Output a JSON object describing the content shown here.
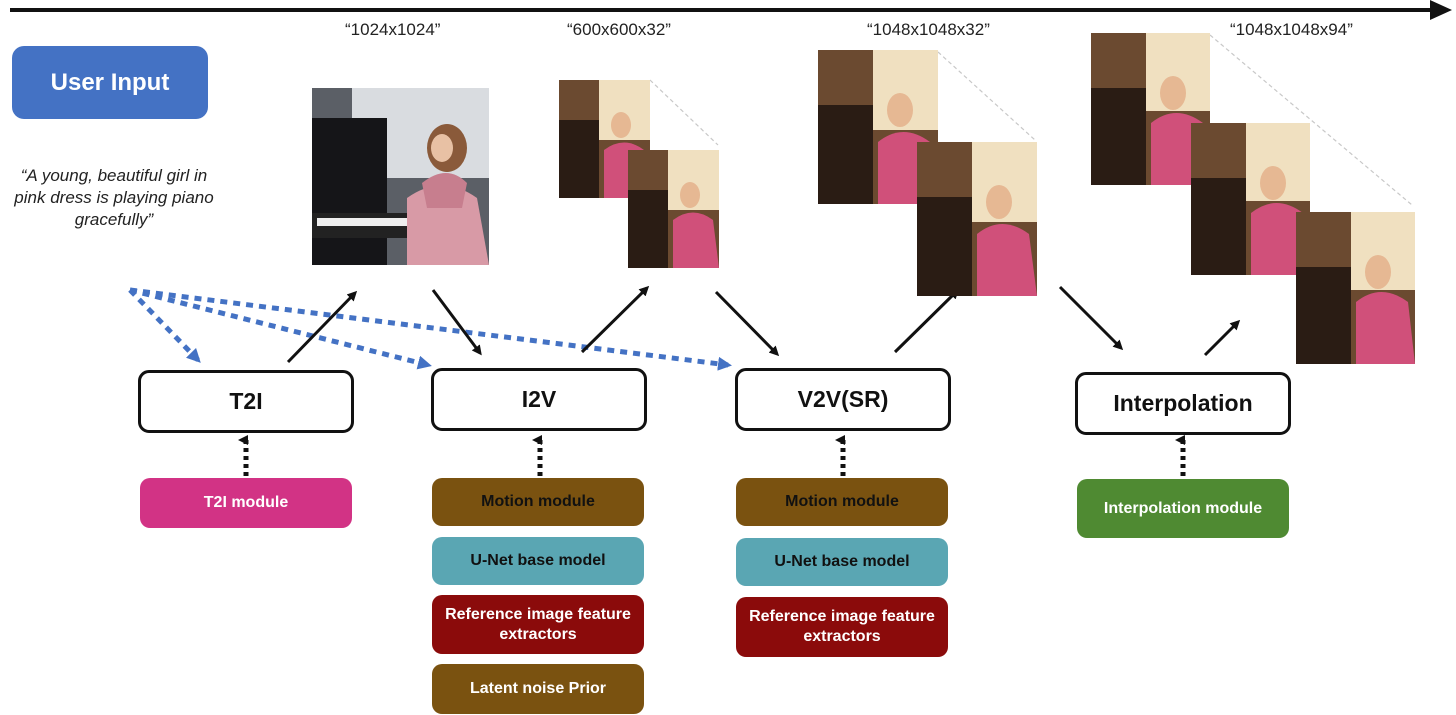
{
  "user_input": {
    "label": "User Input"
  },
  "prompt": {
    "text": "“A young, beautiful girl in pink dress is playing piano gracefully”"
  },
  "resolutions": {
    "t2i": "“1024x1024”",
    "i2v": "“600x600x32”",
    "v2v": "“1048x1048x32”",
    "interp": "“1048x1048x94”"
  },
  "stages": {
    "t2i": "T2I",
    "i2v": "I2V",
    "v2v": "V2V(SR)",
    "interp": "Interpolation"
  },
  "modules": {
    "t2i": [
      "T2I module"
    ],
    "i2v": [
      "Motion module",
      "U-Net base model",
      "Reference image feature extractors",
      "Latent noise Prior"
    ],
    "v2v": [
      "Motion module",
      "U-Net base model",
      "Reference image feature extractors"
    ],
    "interp": [
      "Interpolation module"
    ]
  },
  "colors": {
    "user_input": "#4472c4",
    "dashed_arrow": "#4472c4",
    "t2i_module": "#d23385",
    "motion_module": "#7a5210",
    "unet_module": "#5aa6b3",
    "reference_module": "#8b0b0b",
    "interpolation_module": "#4f8a32"
  }
}
